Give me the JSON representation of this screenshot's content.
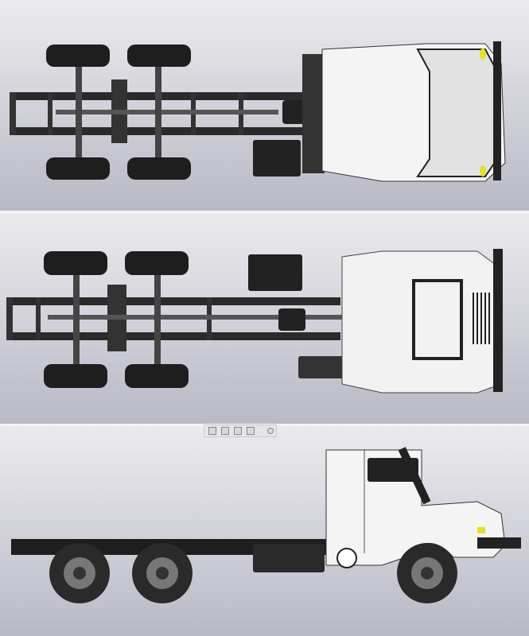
{
  "viewports": [
    {
      "view": "top"
    },
    {
      "view": "bottom"
    },
    {
      "view": "side"
    }
  ],
  "toolbar": {
    "icons": [
      "view-orientation-icon",
      "display-style-icon",
      "section-view-icon",
      "hide-show-icon",
      "options-icon"
    ]
  },
  "colors": {
    "background_top": "#ebebee",
    "background_bottom": "#b9b9c6",
    "chassis": "#2a2a2a",
    "cab": "#f4f4f4",
    "lamp": "#e8e020"
  }
}
